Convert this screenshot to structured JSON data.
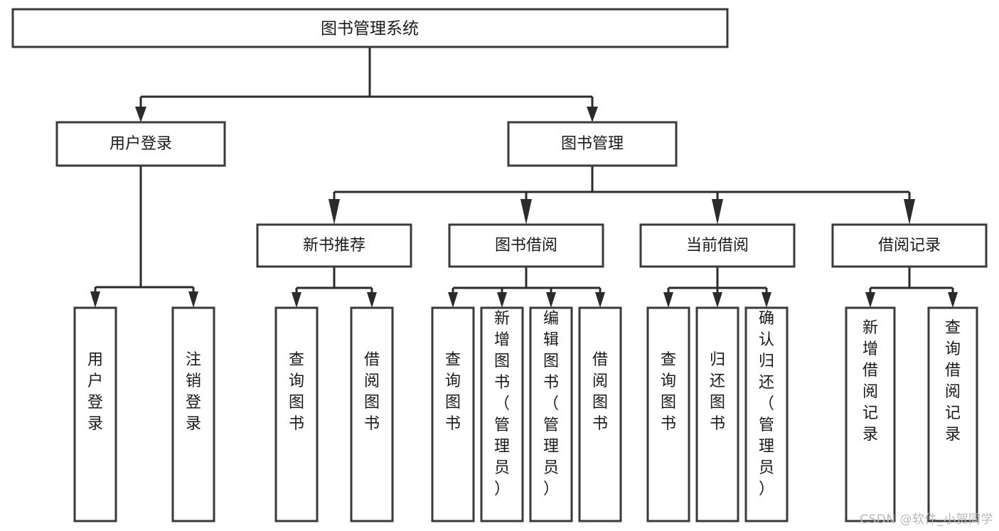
{
  "diagram": {
    "title": "图书管理系统",
    "type": "tree-hierarchy-diagram",
    "colors": {
      "box_fill": "#ffffff",
      "box_stroke": "#3a3a3a",
      "link": "#2b2b2b",
      "text": "#1a1a1a",
      "watermark": "#b9b9b9",
      "background": "#ffffff"
    },
    "root": {
      "label": "图书管理系统"
    },
    "level2": [
      {
        "label": "用户登录"
      },
      {
        "label": "图书管理"
      }
    ],
    "level3": [
      {
        "label": "新书推荐"
      },
      {
        "label": "图书借阅"
      },
      {
        "label": "当前借阅"
      },
      {
        "label": "借阅记录"
      }
    ],
    "leaves": {
      "user_login": [
        {
          "label": "用户登录"
        },
        {
          "label": "注销登录"
        }
      ],
      "new_book_recommend": [
        {
          "label": "查询图书"
        },
        {
          "label": "借阅图书"
        }
      ],
      "book_borrow": [
        {
          "label": "查询图书"
        },
        {
          "label": "新增图书（管理员）"
        },
        {
          "label": "编辑图书（管理员）"
        },
        {
          "label": "借阅图书"
        }
      ],
      "current_borrow": [
        {
          "label": "查询图书"
        },
        {
          "label": "归还图书"
        },
        {
          "label": "确认归还（管理员）"
        }
      ],
      "borrow_record": [
        {
          "label": "新增借阅记录"
        },
        {
          "label": "查询借阅记录"
        }
      ]
    }
  },
  "watermark": {
    "text": "CSDN @软件_小贺同学"
  }
}
